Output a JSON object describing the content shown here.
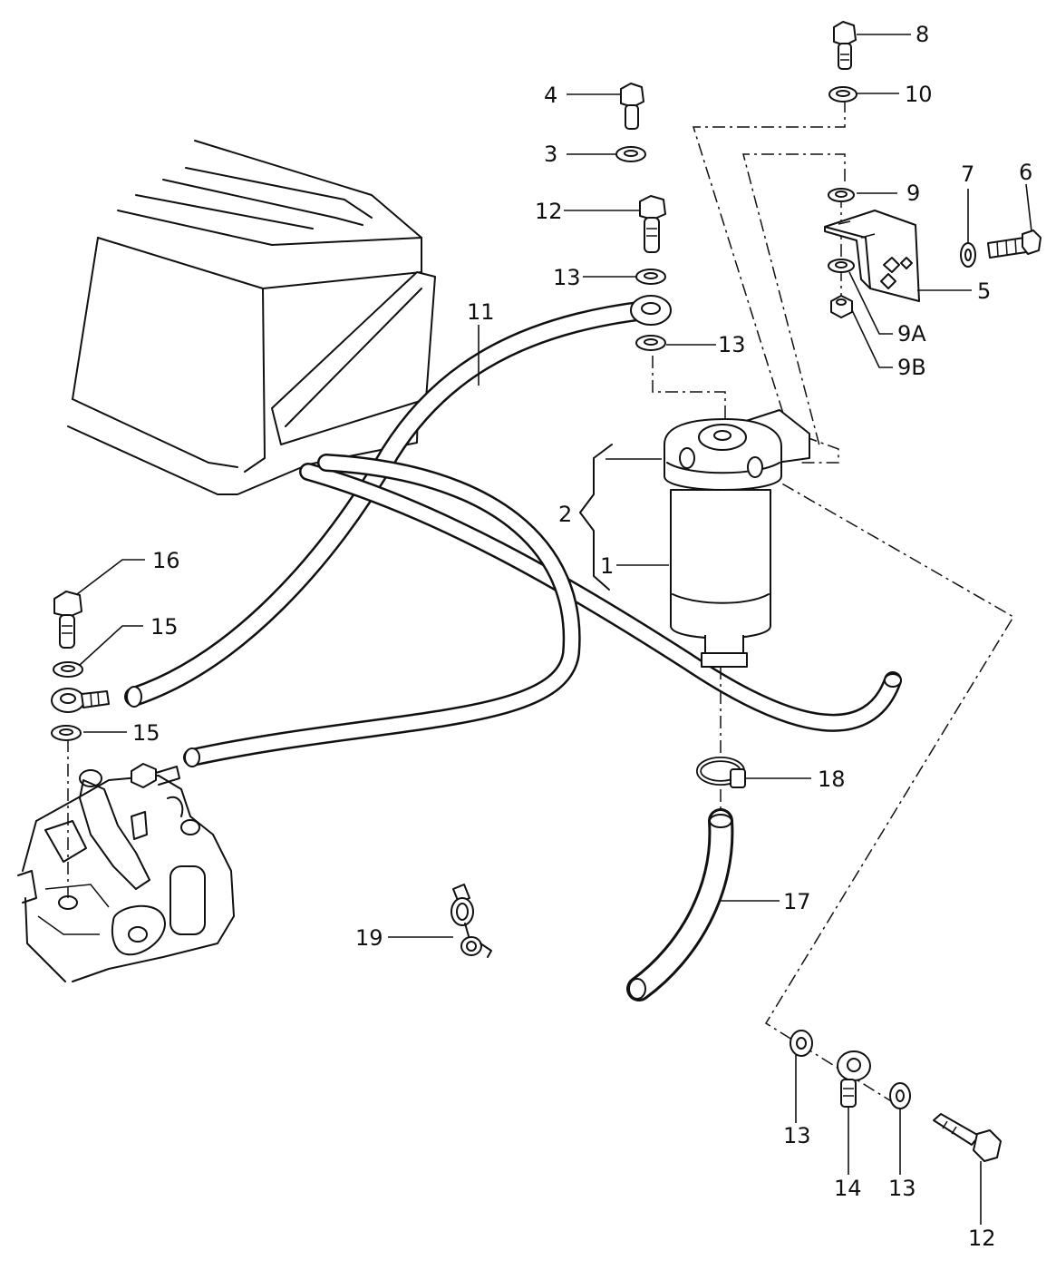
{
  "labels": {
    "l1": "1",
    "l2": "2",
    "l3": "3",
    "l4": "4",
    "l5": "5",
    "l6": "6",
    "l7": "7",
    "l8": "8",
    "l9": "9",
    "l9a": "9A",
    "l9b": "9B",
    "l10": "10",
    "l11": "11",
    "l12a": "12",
    "l12b": "12",
    "l13a": "13",
    "l13b": "13",
    "l13c": "13",
    "l13d": "13",
    "l14": "14",
    "l15a": "15",
    "l15b": "15",
    "l16": "16",
    "l17": "17",
    "l18": "18",
    "l19": "19"
  },
  "colors": {
    "line": "#111111",
    "background": "#ffffff"
  }
}
